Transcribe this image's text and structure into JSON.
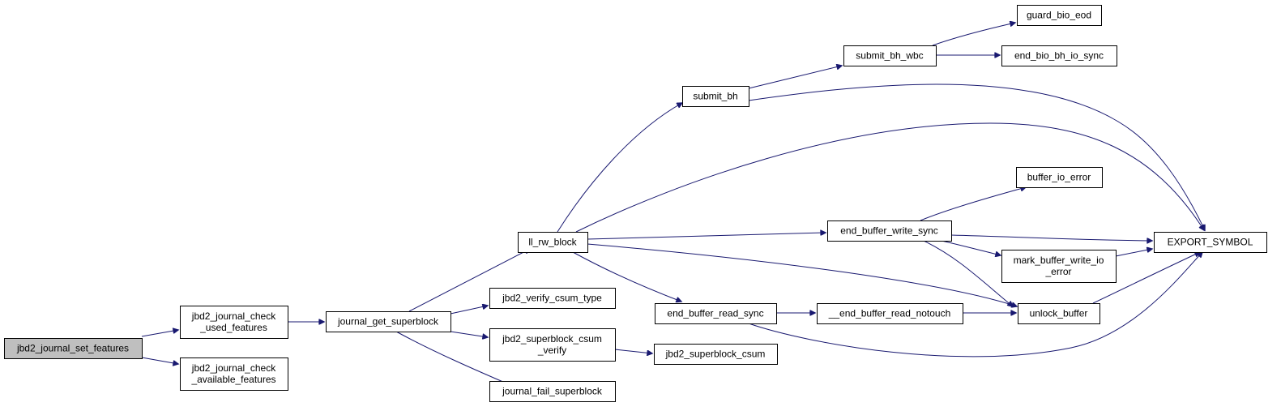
{
  "graph": {
    "nodes": [
      {
        "id": "jbd2_journal_set_features",
        "lines": [
          "jbd2_journal_set_features"
        ]
      },
      {
        "id": "jbd2_journal_check_used_features",
        "lines": [
          "jbd2_journal_check",
          "_used_features"
        ]
      },
      {
        "id": "jbd2_journal_check_available_features",
        "lines": [
          "jbd2_journal_check",
          "_available_features"
        ]
      },
      {
        "id": "journal_get_superblock",
        "lines": [
          "journal_get_superblock"
        ]
      },
      {
        "id": "ll_rw_block",
        "lines": [
          "ll_rw_block"
        ]
      },
      {
        "id": "jbd2_verify_csum_type",
        "lines": [
          "jbd2_verify_csum_type"
        ]
      },
      {
        "id": "jbd2_superblock_csum_verify",
        "lines": [
          "jbd2_superblock_csum",
          "_verify"
        ]
      },
      {
        "id": "journal_fail_superblock",
        "lines": [
          "journal_fail_superblock"
        ]
      },
      {
        "id": "submit_bh",
        "lines": [
          "submit_bh"
        ]
      },
      {
        "id": "end_buffer_read_sync",
        "lines": [
          "end_buffer_read_sync"
        ]
      },
      {
        "id": "jbd2_superblock_csum",
        "lines": [
          "jbd2_superblock_csum"
        ]
      },
      {
        "id": "submit_bh_wbc",
        "lines": [
          "submit_bh_wbc"
        ]
      },
      {
        "id": "end_buffer_write_sync",
        "lines": [
          "end_buffer_write_sync"
        ]
      },
      {
        "id": "__end_buffer_read_notouch",
        "lines": [
          "__end_buffer_read_notouch"
        ]
      },
      {
        "id": "guard_bio_eod",
        "lines": [
          "guard_bio_eod"
        ]
      },
      {
        "id": "end_bio_bh_io_sync",
        "lines": [
          "end_bio_bh_io_sync"
        ]
      },
      {
        "id": "buffer_io_error",
        "lines": [
          "buffer_io_error"
        ]
      },
      {
        "id": "mark_buffer_write_io_error",
        "lines": [
          "mark_buffer_write_io",
          "_error"
        ]
      },
      {
        "id": "unlock_buffer",
        "lines": [
          "unlock_buffer"
        ]
      },
      {
        "id": "EXPORT_SYMBOL",
        "lines": [
          "EXPORT_SYMBOL"
        ]
      }
    ],
    "edges": [
      [
        "jbd2_journal_set_features",
        "jbd2_journal_check_used_features"
      ],
      [
        "jbd2_journal_set_features",
        "jbd2_journal_check_available_features"
      ],
      [
        "jbd2_journal_check_used_features",
        "journal_get_superblock"
      ],
      [
        "journal_get_superblock",
        "ll_rw_block"
      ],
      [
        "journal_get_superblock",
        "jbd2_verify_csum_type"
      ],
      [
        "journal_get_superblock",
        "jbd2_superblock_csum_verify"
      ],
      [
        "journal_get_superblock",
        "journal_fail_superblock"
      ],
      [
        "jbd2_superblock_csum_verify",
        "jbd2_superblock_csum"
      ],
      [
        "ll_rw_block",
        "submit_bh"
      ],
      [
        "ll_rw_block",
        "EXPORT_SYMBOL"
      ],
      [
        "ll_rw_block",
        "end_buffer_write_sync"
      ],
      [
        "ll_rw_block",
        "unlock_buffer"
      ],
      [
        "ll_rw_block",
        "end_buffer_read_sync"
      ],
      [
        "submit_bh",
        "submit_bh_wbc"
      ],
      [
        "submit_bh",
        "EXPORT_SYMBOL"
      ],
      [
        "submit_bh_wbc",
        "guard_bio_eod"
      ],
      [
        "submit_bh_wbc",
        "end_bio_bh_io_sync"
      ],
      [
        "end_buffer_write_sync",
        "buffer_io_error"
      ],
      [
        "end_buffer_write_sync",
        "EXPORT_SYMBOL"
      ],
      [
        "end_buffer_write_sync",
        "mark_buffer_write_io_error"
      ],
      [
        "end_buffer_write_sync",
        "unlock_buffer"
      ],
      [
        "mark_buffer_write_io_error",
        "EXPORT_SYMBOL"
      ],
      [
        "end_buffer_read_sync",
        "__end_buffer_read_notouch"
      ],
      [
        "end_buffer_read_sync",
        "EXPORT_SYMBOL"
      ],
      [
        "__end_buffer_read_notouch",
        "unlock_buffer"
      ],
      [
        "unlock_buffer",
        "EXPORT_SYMBOL"
      ]
    ]
  },
  "colors": {
    "edge": "#191970",
    "root_fill": "#bfbfbf",
    "node_fill": "#ffffff",
    "node_stroke": "#000000"
  }
}
